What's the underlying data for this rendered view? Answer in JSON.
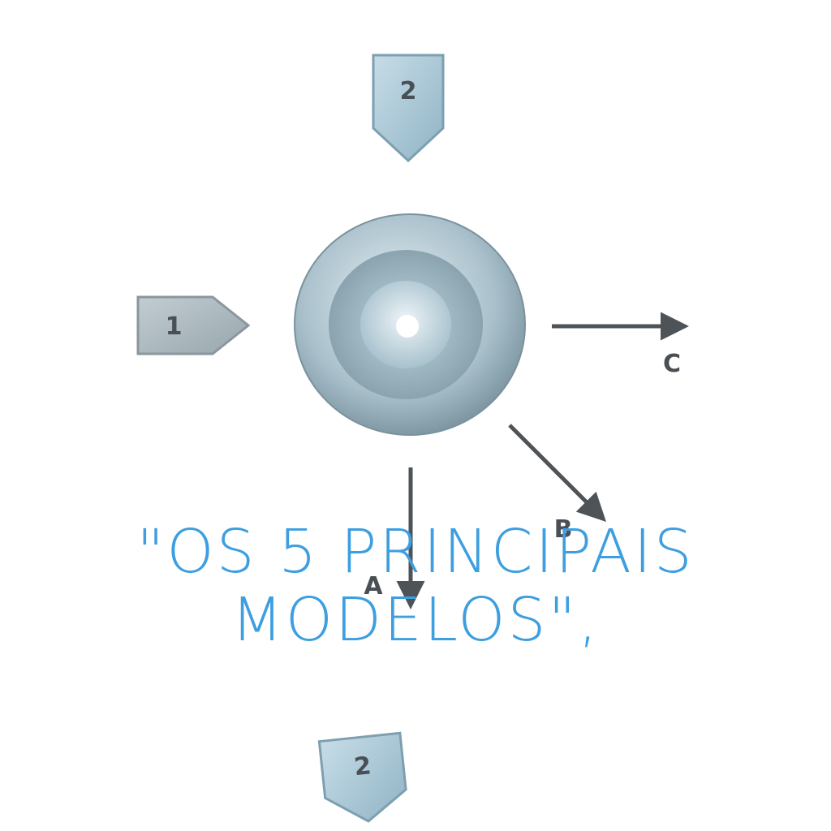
{
  "diagram": {
    "labels": {
      "input_top": "2",
      "input_left": "1",
      "input_bottom": "2",
      "output_a": "A",
      "output_b": "B",
      "output_c": "C"
    },
    "colors": {
      "pentagon_fill": "#a8c9d8",
      "pentagon_stroke": "#7d9fb0",
      "arrow": "#4e5358",
      "disc_outer": "#9fb6c2",
      "disc_inner": "#c8dbe4"
    }
  },
  "caption": {
    "line1": "\"OS 5 PRINCIPAIS",
    "line2": "MODELOS\","
  }
}
